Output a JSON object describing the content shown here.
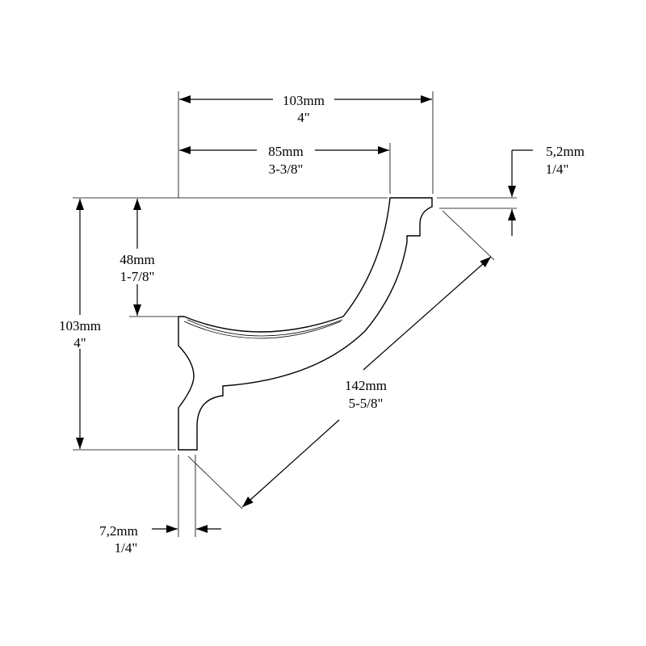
{
  "dimensions": {
    "top_outer": {
      "metric": "103mm",
      "imperial": "4\""
    },
    "top_inner": {
      "metric": "85mm",
      "imperial": "3-3/8\""
    },
    "top_right_edge": {
      "metric": "5,2mm",
      "imperial": "1/4\""
    },
    "left_height": {
      "metric": "103mm",
      "imperial": "4\""
    },
    "inner_height": {
      "metric": "48mm",
      "imperial": "1-7/8\""
    },
    "diagonal": {
      "metric": "142mm",
      "imperial": "5-5/8\""
    },
    "bottom_edge": {
      "metric": "7,2mm",
      "imperial": "1/4\""
    }
  }
}
